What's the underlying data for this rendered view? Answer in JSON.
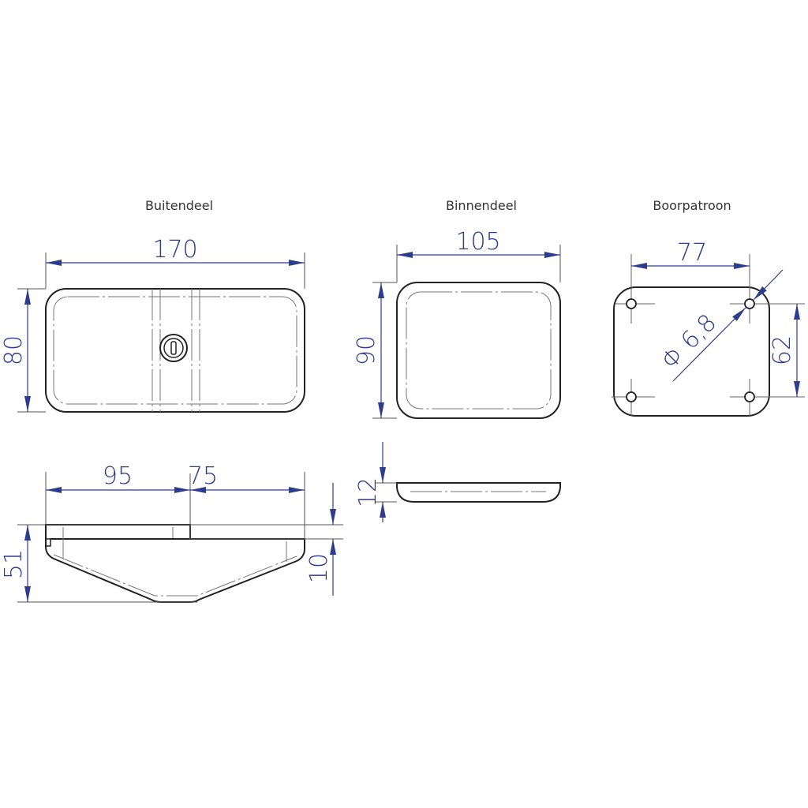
{
  "views": {
    "buitendeel": {
      "title": "Buitendeel",
      "width": "170",
      "height": "80",
      "left_length": "95",
      "right_length": "75",
      "total_height": "51",
      "plate_thickness": "10"
    },
    "binnendeel": {
      "title": "Binnendeel",
      "width": "105",
      "height": "90",
      "thickness": "12"
    },
    "boorpatroon": {
      "title": "Boorpatroon",
      "hole_spacing_x": "77",
      "hole_spacing_y": "62",
      "hole_diameter": "Φ 6,8"
    }
  },
  "colors": {
    "dimension": "#2e3c8c",
    "outline": "#222222"
  }
}
